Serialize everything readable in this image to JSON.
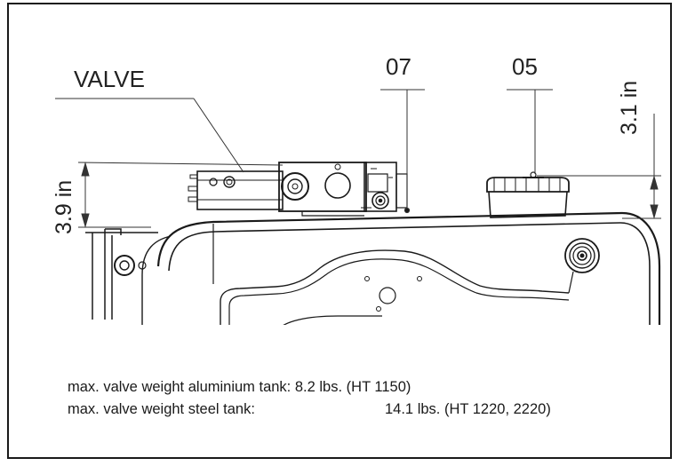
{
  "labels": {
    "valve": "VALVE",
    "part_07": "07",
    "part_05": "05",
    "dim_left": "3.9 in",
    "dim_right": "3.1 in"
  },
  "notes": [
    {
      "label": "max. valve weight aluminium tank:",
      "weight": "8.2 lbs. (HT 1150)"
    },
    {
      "label": "max. valve weight steel tank:",
      "weight": "14.1 lbs. (HT 1220, 2220)"
    }
  ],
  "colors": {
    "line": "#1a1a1a",
    "frame": "#1a1a1a"
  }
}
